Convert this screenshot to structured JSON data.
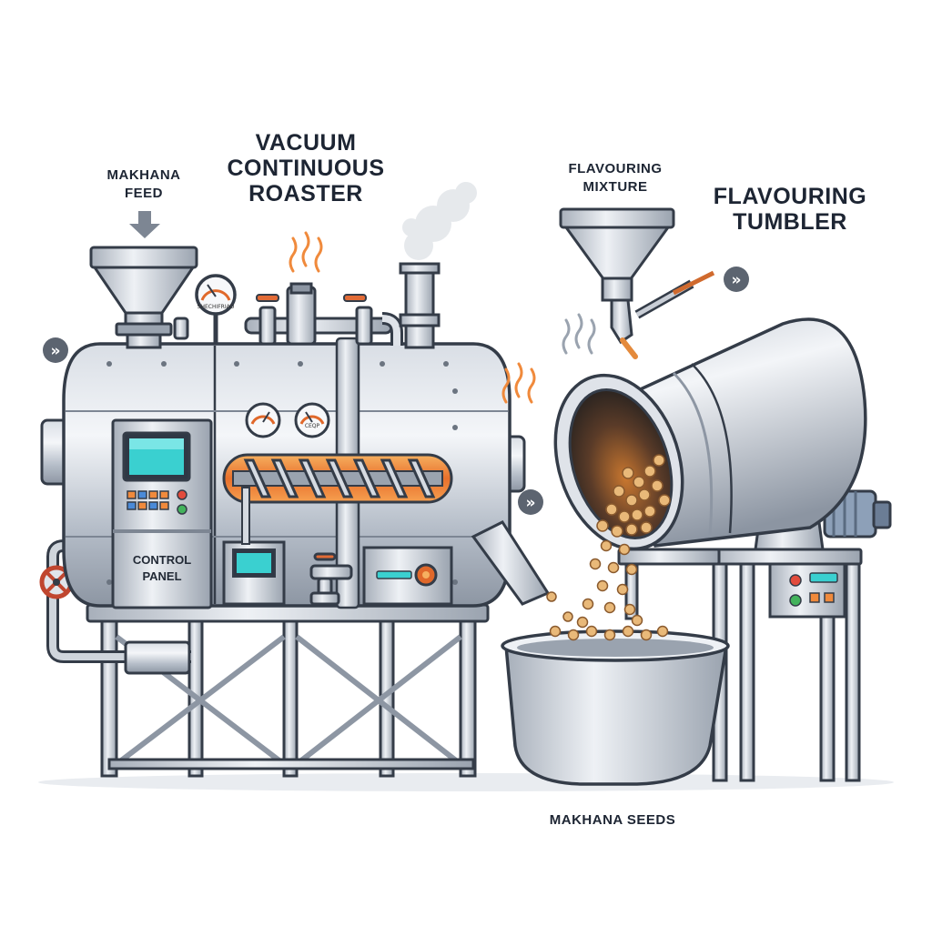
{
  "labels": {
    "makhana_feed": [
      "MAKHANA",
      "FEED"
    ],
    "roaster_title": [
      "VACUUM",
      "CONTINUOUS",
      "ROASTER"
    ],
    "flavouring_mixture": [
      "FLAVOURING",
      "MIXTURE"
    ],
    "tumbler_title": [
      "FLAVOURING",
      "TUMBLER"
    ],
    "makhana_seeds": "MAKHANA SEEDS",
    "control_panel": [
      "CONTROL",
      "PANEL"
    ]
  },
  "gauges": {
    "top_gauge": "SHECHIFRIAD",
    "left_gauge": "",
    "right_gauge": "CEQP"
  },
  "flow_arrows": [
    "»",
    "»",
    "»"
  ],
  "colors": {
    "steel_light": "#e4e8ee",
    "steel_mid": "#b9c1cc",
    "steel_dark": "#7d8693",
    "outline": "#343c48",
    "heat_orange": "#f08a3c",
    "screen_teal": "#3ad0d0",
    "seed_tan": "#e9b979",
    "arrow_badge": "#5c6470"
  }
}
